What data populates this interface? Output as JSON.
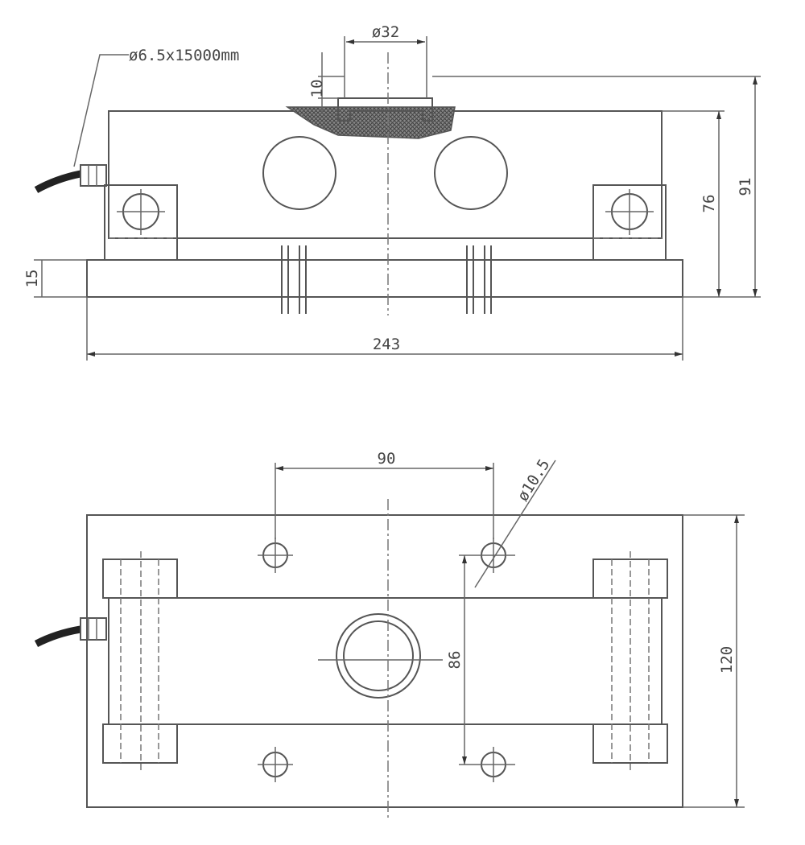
{
  "front_view": {
    "cable_label": "ø6.5x15000mm",
    "dim_cap_diameter": "ø32",
    "dim_cap_height": "10",
    "dim_total_height": "91",
    "dim_body_height": "76",
    "dim_base_thickness": "15",
    "dim_length": "243"
  },
  "plan_view": {
    "dim_hole_spacing_x": "90",
    "dim_hole_diameter": "ø10.5",
    "dim_hole_spacing_y": "86",
    "dim_width": "120"
  },
  "colors": {
    "line": "#555555",
    "hatch": "#555555"
  }
}
